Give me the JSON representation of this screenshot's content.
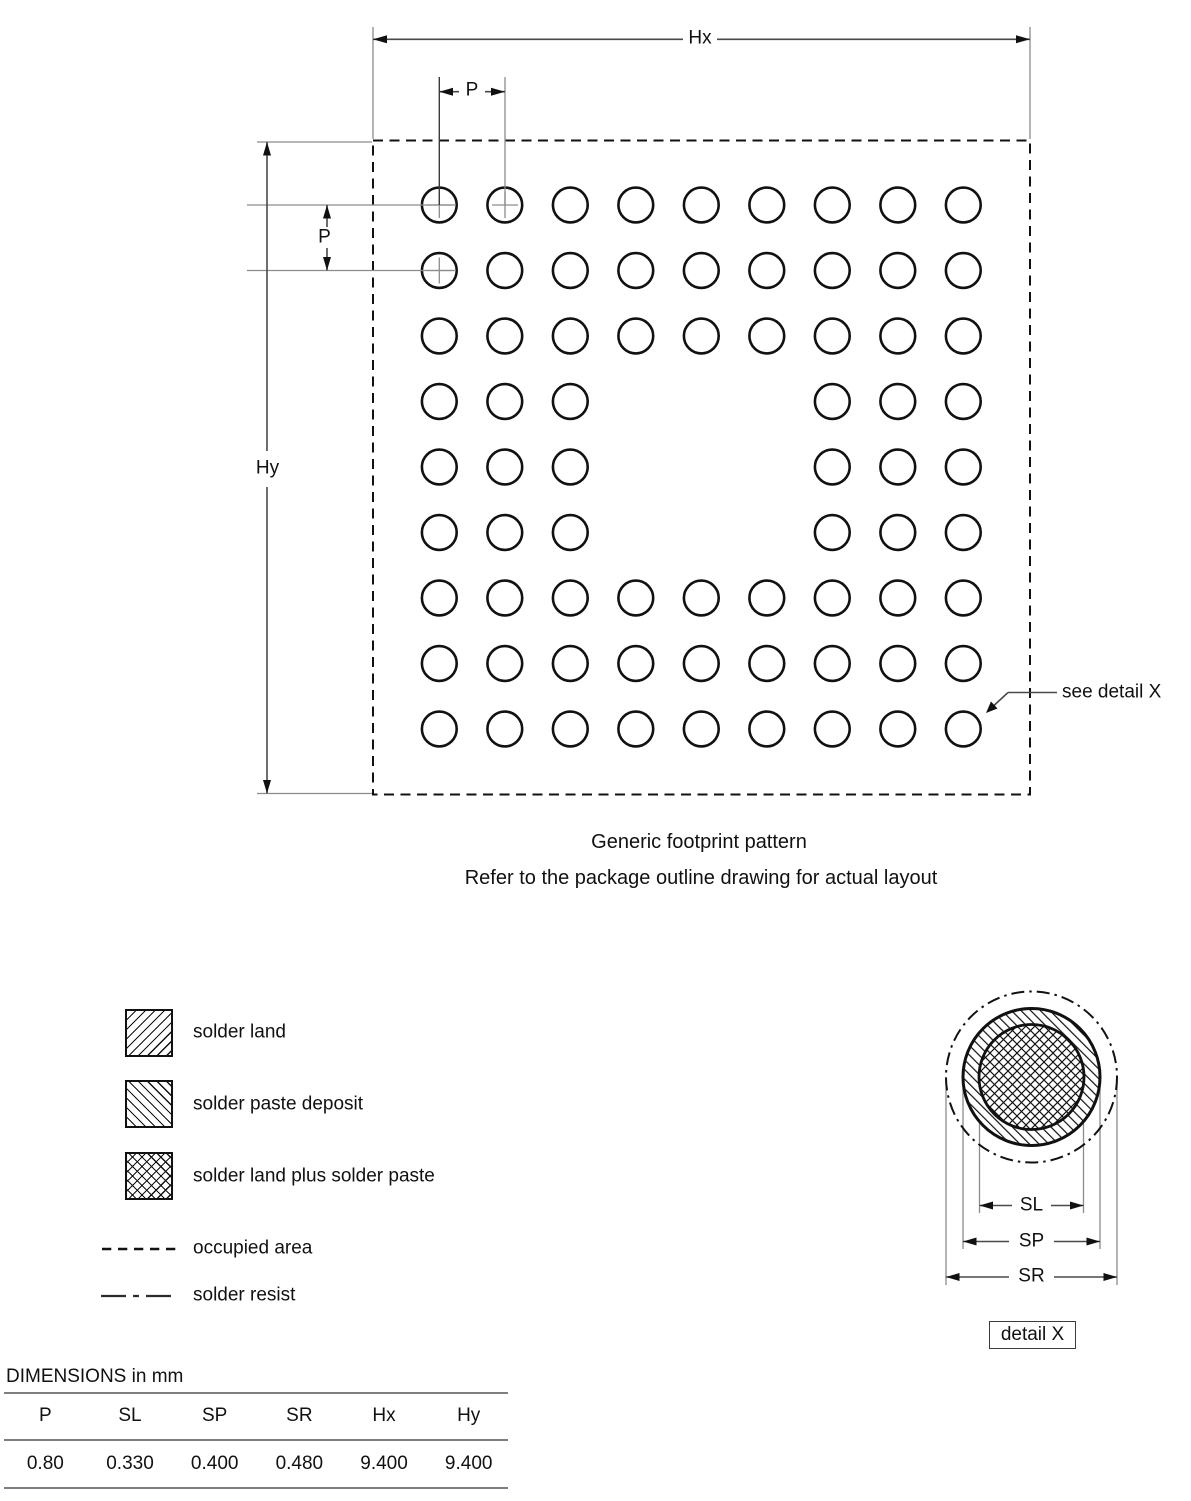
{
  "figure": {
    "dim_hx": "Hx",
    "dim_hy": "Hy",
    "dim_p_top": "P",
    "dim_p_left": "P",
    "see_detail": "see detail X",
    "caption_line1": "Generic footprint pattern",
    "caption_line2": "Refer to the package outline drawing for actual layout",
    "grid": {
      "rows": 9,
      "cols": 9,
      "hole_rows": [
        4,
        6
      ],
      "hole_cols": [
        4,
        6
      ]
    }
  },
  "legend": {
    "items": [
      {
        "swatch": "hatch-forward-icon",
        "label": "solder land"
      },
      {
        "swatch": "hatch-backward-icon",
        "label": "solder paste deposit"
      },
      {
        "swatch": "hatch-cross-icon",
        "label": "solder land plus solder paste"
      },
      {
        "swatch": "dashed-line-icon",
        "label": "occupied area"
      },
      {
        "swatch": "dashdot-line-icon",
        "label": "solder resist"
      }
    ]
  },
  "detail": {
    "dim_sl": "SL",
    "dim_sp": "SP",
    "dim_sr": "SR",
    "box_label": "detail X"
  },
  "table": {
    "title": "DIMENSIONS in mm",
    "columns": [
      "P",
      "SL",
      "SP",
      "SR",
      "Hx",
      "Hy"
    ],
    "values": [
      "0.80",
      "0.330",
      "0.400",
      "0.480",
      "9.400",
      "9.400"
    ]
  },
  "colors": {
    "line": "#111111",
    "construction": "#8c8c8c",
    "dimension": "#4a4a4a",
    "rule": "#7f7f7f"
  }
}
